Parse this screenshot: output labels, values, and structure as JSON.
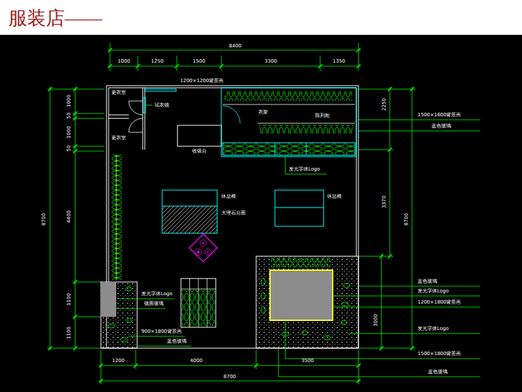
{
  "diagram": {
    "title": "服装店——",
    "nodes": [
      {
        "text": [
          "更衣室"
        ]
      },
      {
        "text": [
          "更衣室"
        ]
      }
    ],
    "labels": [
      "8400",
      "1000",
      "1250",
      "1500",
      "3300",
      "1350",
      "1200×1200背景画",
      "试衣镜",
      "收银台",
      "衣架",
      "陈列柜",
      "1500×1600背景画",
      "蓝色玻璃",
      "发光字体Logo",
      "休息椅",
      "大理石台面",
      "休息椅",
      "A",
      "B",
      "C",
      "发光字体Logo",
      "镜面玻璃",
      "900×1800背景画",
      "蓝色玻璃",
      "蓝色玻璃",
      "发光字体Logo",
      "1200×1800背景画",
      "发光字体Logo",
      "1500×1800背景画",
      "蓝色玻璃",
      "2250",
      "3370",
      "3000",
      "8700",
      "1000",
      "50",
      "1000",
      "50",
      "4400",
      "1100",
      "1100",
      "8700",
      "1200",
      "4000",
      "3500",
      "8700"
    ]
  }
}
